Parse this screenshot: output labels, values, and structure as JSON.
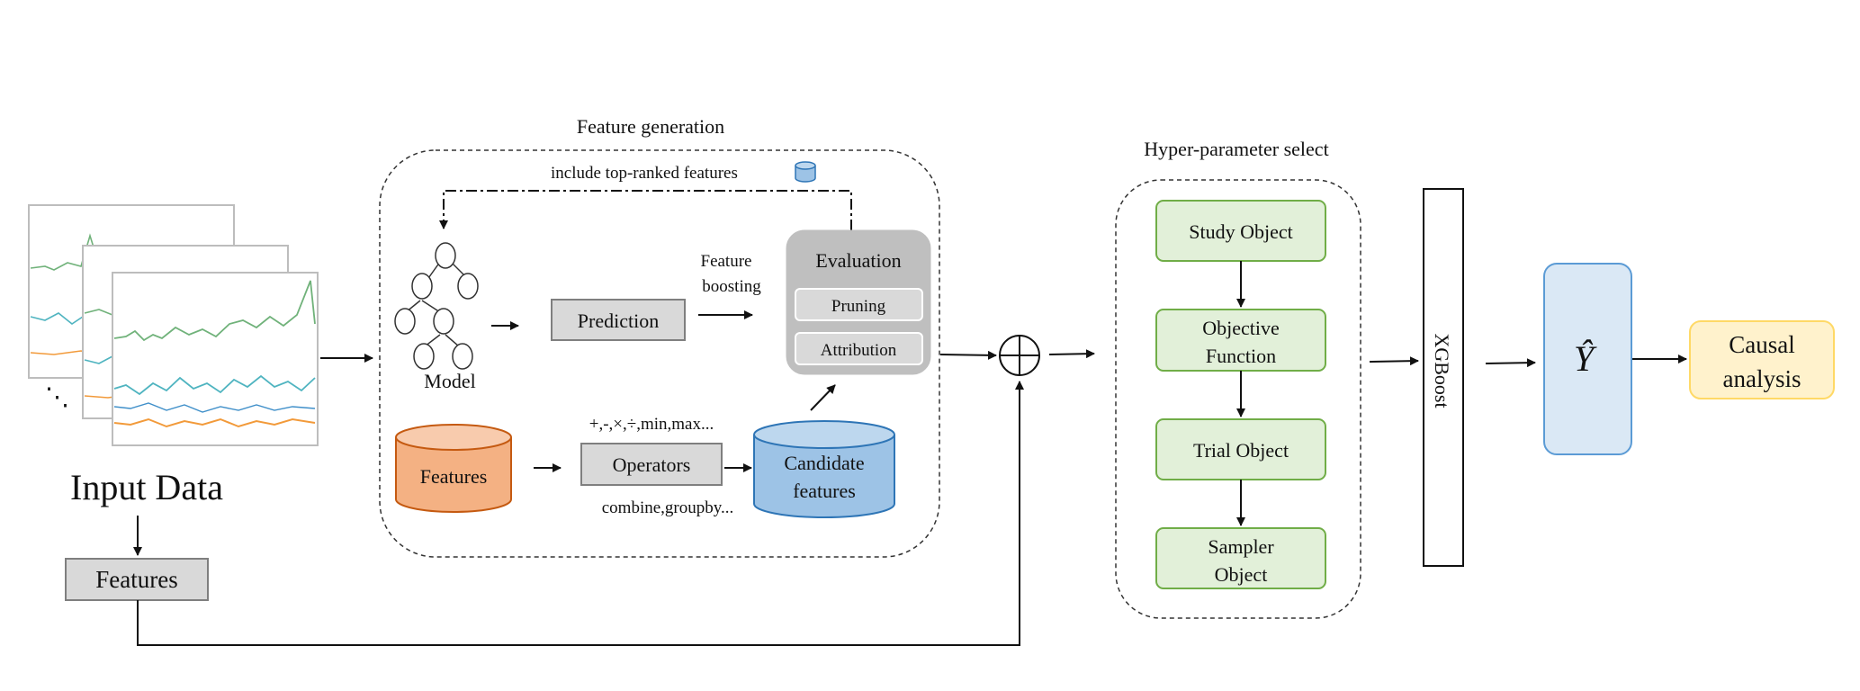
{
  "input": {
    "title": "Input Data",
    "features_label": "Features",
    "ellipsis": "⋱"
  },
  "feature_generation": {
    "title": "Feature generation",
    "loop_label": "include top-ranked features",
    "model_label": "Model",
    "prediction_label": "Prediction",
    "boosting_label_line1": "Feature",
    "boosting_label_line2": "boosting",
    "evaluation_label": "Evaluation",
    "pruning_label": "Pruning",
    "attribution_label": "Attribution",
    "features_db_label": "Features",
    "operators_label": "Operators",
    "operators_top": "+,-,×,÷,min,max...",
    "operators_bottom": "combine,groupby...",
    "candidate_line1": "Candidate",
    "candidate_line2": "features"
  },
  "hyperparameter": {
    "title": "Hyper-parameter select",
    "study_object": "Study Object",
    "objective_line1": "Objective",
    "objective_line2": "Function",
    "trial_object": "Trial Object",
    "sampler_line1": "Sampler",
    "sampler_line2": "Object"
  },
  "model": {
    "xgboost_label": "XGBoost",
    "yhat_label": "Ŷ"
  },
  "output": {
    "causal_line1": "Causal",
    "causal_line2": "analysis"
  },
  "colors": {
    "box_gray": "#d9d9d9",
    "eval_gray": "#bfbfbf",
    "features_orange": "#f4b183",
    "features_orange_stroke": "#c55a11",
    "candidate_blue": "#9dc3e6",
    "candidate_blue_stroke": "#2e75b6",
    "green_fill": "#e2f0d9",
    "green_stroke": "#70ad47",
    "yhat_fill": "#dae8f5",
    "yhat_stroke": "#5b9bd5",
    "causal_fill": "#fff2cc",
    "causal_stroke": "#ffd966",
    "line_green": "#70b27a",
    "line_teal": "#4fb4c0",
    "line_orange": "#f29a3a"
  }
}
